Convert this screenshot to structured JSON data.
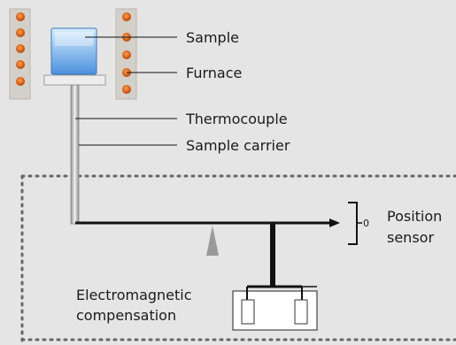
{
  "labels": {
    "sample": "Sample",
    "furnace": "Furnace",
    "thermocouple": "Thermocouple",
    "sample_carrier": "Sample carrier",
    "position_sensor_line1": "Position",
    "position_sensor_line2": "sensor",
    "sensor_zero": "0",
    "em_comp_line1": "Electromagnetic",
    "em_comp_line2": "compensation"
  },
  "colors": {
    "background": "#e5e5e5",
    "furnace_body": "#d3cfc9",
    "heater_dot": "#e06a1a",
    "sample_top": "#cfe8ff",
    "sample_bottom": "#4f95df",
    "carrier_rod": "#a9a9a9",
    "beam": "#111111",
    "pivot": "#9a9a9a",
    "dashed_frame": "#666666",
    "coil_box": "#ffffff"
  },
  "icons": {
    "furnace": "furnace-heater-icon",
    "sample": "sample-cube-icon",
    "pivot": "pivot-triangle-icon",
    "coil": "electromagnetic-coil-icon",
    "sensor": "position-sensor-bracket-icon"
  }
}
